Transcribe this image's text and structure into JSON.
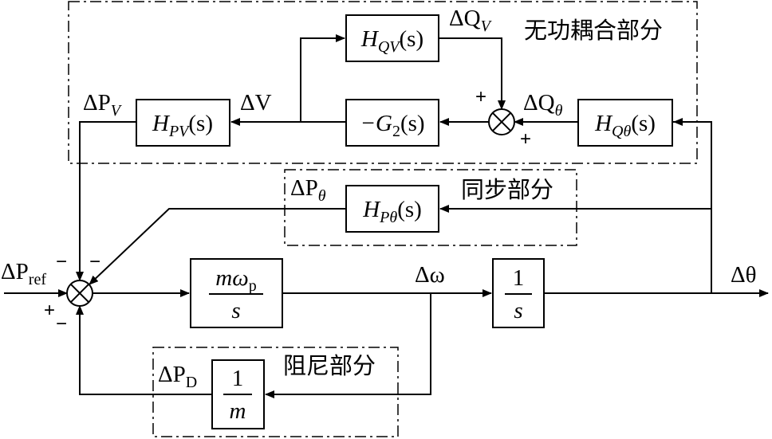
{
  "groups": {
    "reactive_coupling": "无功耦合部分",
    "synchronizing": "同步部分",
    "damping": "阻尼部分"
  },
  "blocks": {
    "H_QV": {
      "base": "H",
      "sub": "QV",
      "arg": "(s)"
    },
    "neg_G2": {
      "pre": "−G",
      "sub": "2",
      "arg": "(s)"
    },
    "H_Qtheta": {
      "base": "H",
      "sub": "Qθ",
      "arg": "(s)"
    },
    "H_PV": {
      "base": "H",
      "sub": "PV",
      "arg": "(s)"
    },
    "H_Ptheta": {
      "base": "H",
      "sub": "Pθ",
      "arg": "(s)"
    },
    "integrator_num": "1",
    "integrator_den": "s",
    "forward_num_base": "mω",
    "forward_num_sub": "p",
    "forward_den": "s",
    "damping_num": "1",
    "damping_den": "m"
  },
  "signals": {
    "delta_QV": {
      "base": "ΔQ",
      "sub": "V"
    },
    "delta_Qtheta": {
      "base": "ΔQ",
      "sub": "θ"
    },
    "delta_PV": {
      "base": "ΔP",
      "sub": "V"
    },
    "delta_V": "ΔV",
    "delta_Ptheta": {
      "base": "ΔP",
      "sub": "θ"
    },
    "delta_Pref": {
      "base": "ΔP",
      "sub": "ref"
    },
    "delta_omega": "Δω",
    "delta_theta": "Δθ",
    "delta_PD": {
      "base": "ΔP",
      "sub": "D"
    }
  },
  "signs": {
    "upper_sum_top": "+",
    "upper_sum_bottom": "+",
    "main_sum_ref": "+",
    "main_sum_top1": "−",
    "main_sum_top2": "−",
    "main_sum_bottom": "−"
  }
}
